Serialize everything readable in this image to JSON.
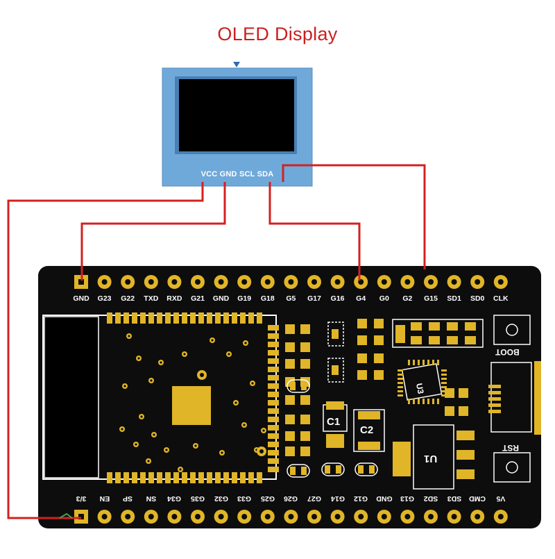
{
  "title": "OLED Display",
  "oled": {
    "pins_label": "VCC GND SCL SDA"
  },
  "board": {
    "top_pins": [
      "GND",
      "G23",
      "G22",
      "TXD",
      "RXD",
      "G21",
      "GND",
      "G19",
      "G18",
      "G5",
      "G17",
      "G16",
      "G4",
      "G0",
      "G2",
      "G15",
      "SD1",
      "SD0",
      "CLK"
    ],
    "bottom_pins": [
      "3/3",
      "EN",
      "SP",
      "SN",
      "G34",
      "G35",
      "G32",
      "G33",
      "G25",
      "G26",
      "G27",
      "G14",
      "G12",
      "GND",
      "G13",
      "SD2",
      "SD3",
      "CMD",
      "V5"
    ],
    "components": {
      "c1": "C1",
      "c2": "C2",
      "u1": "U1",
      "boot": "BOOT",
      "rst": "RST"
    }
  },
  "colors": {
    "board": "#0d0d0d",
    "pad": "#e0b528",
    "wire": "#d42020",
    "oled_frame": "#6fa9da",
    "title": "#cc1f1f"
  }
}
